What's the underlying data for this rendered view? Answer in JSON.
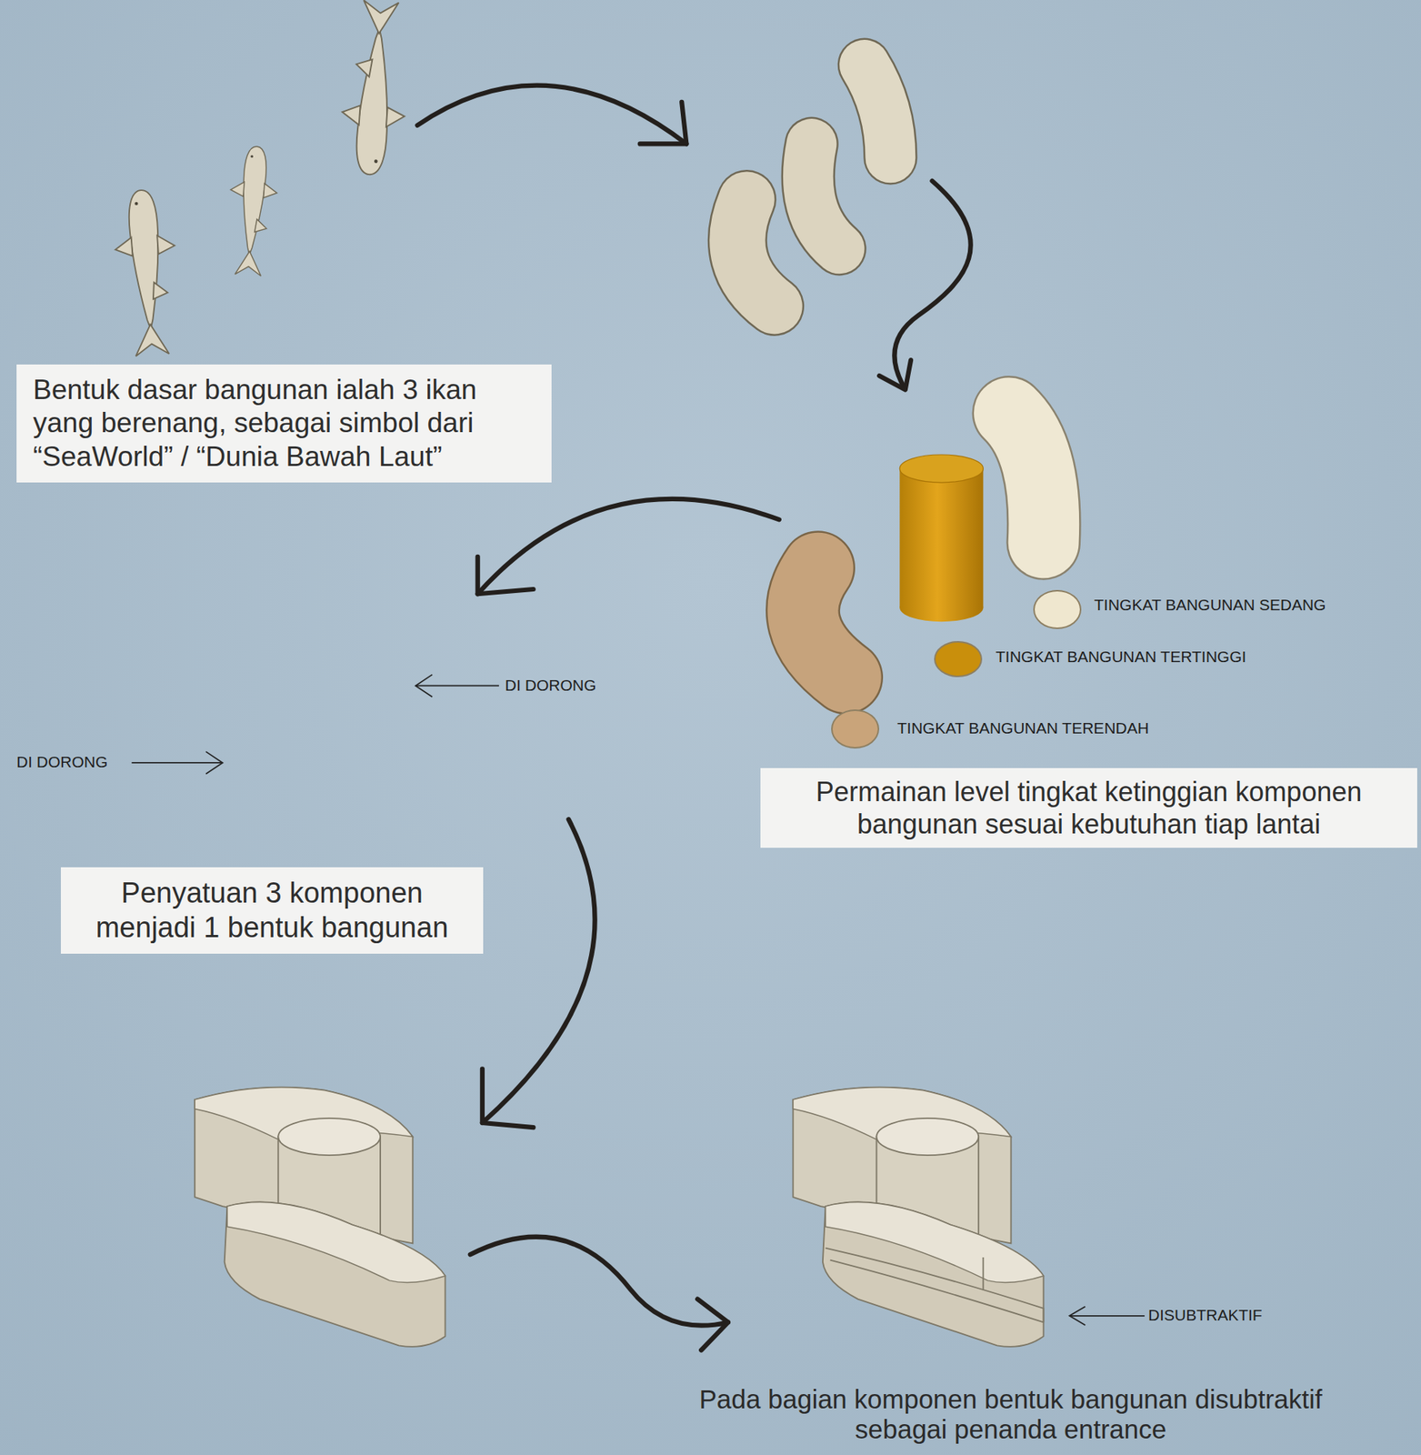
{
  "diagram": {
    "nodes": [
      {
        "text": [
          "Bentuk dasar bangunan ialah 3 ikan yang berenang, sebagai simbol dari “SeaWorld” / “Dunia Bawah Laut”"
        ]
      },
      {
        "text": [
          "Permainan level tingkat ketinggian komponen bangunan sesuai kebutuhan tiap lantai"
        ]
      },
      {
        "text": [
          "Penyatuan 3 komponen menjadi 1 bentuk bangunan"
        ]
      }
    ],
    "labels": [
      "DI DORONG",
      "DI DORONG",
      "DISUBTRAKTIF",
      "Pada bagian komponen bentuk bangunan disubtraktif sebagai penanda entrance"
    ],
    "legend": [
      {
        "text": "TINGKAT BANGUNAN SEDANG",
        "color": "#efe7cf"
      },
      {
        "text": "TINGKAT BANGUNAN TERTINGGI",
        "color": "#c98f0c"
      },
      {
        "text": "TINGKAT BANGUNAN TERENDAH",
        "color": "#c9a47a"
      }
    ]
  }
}
